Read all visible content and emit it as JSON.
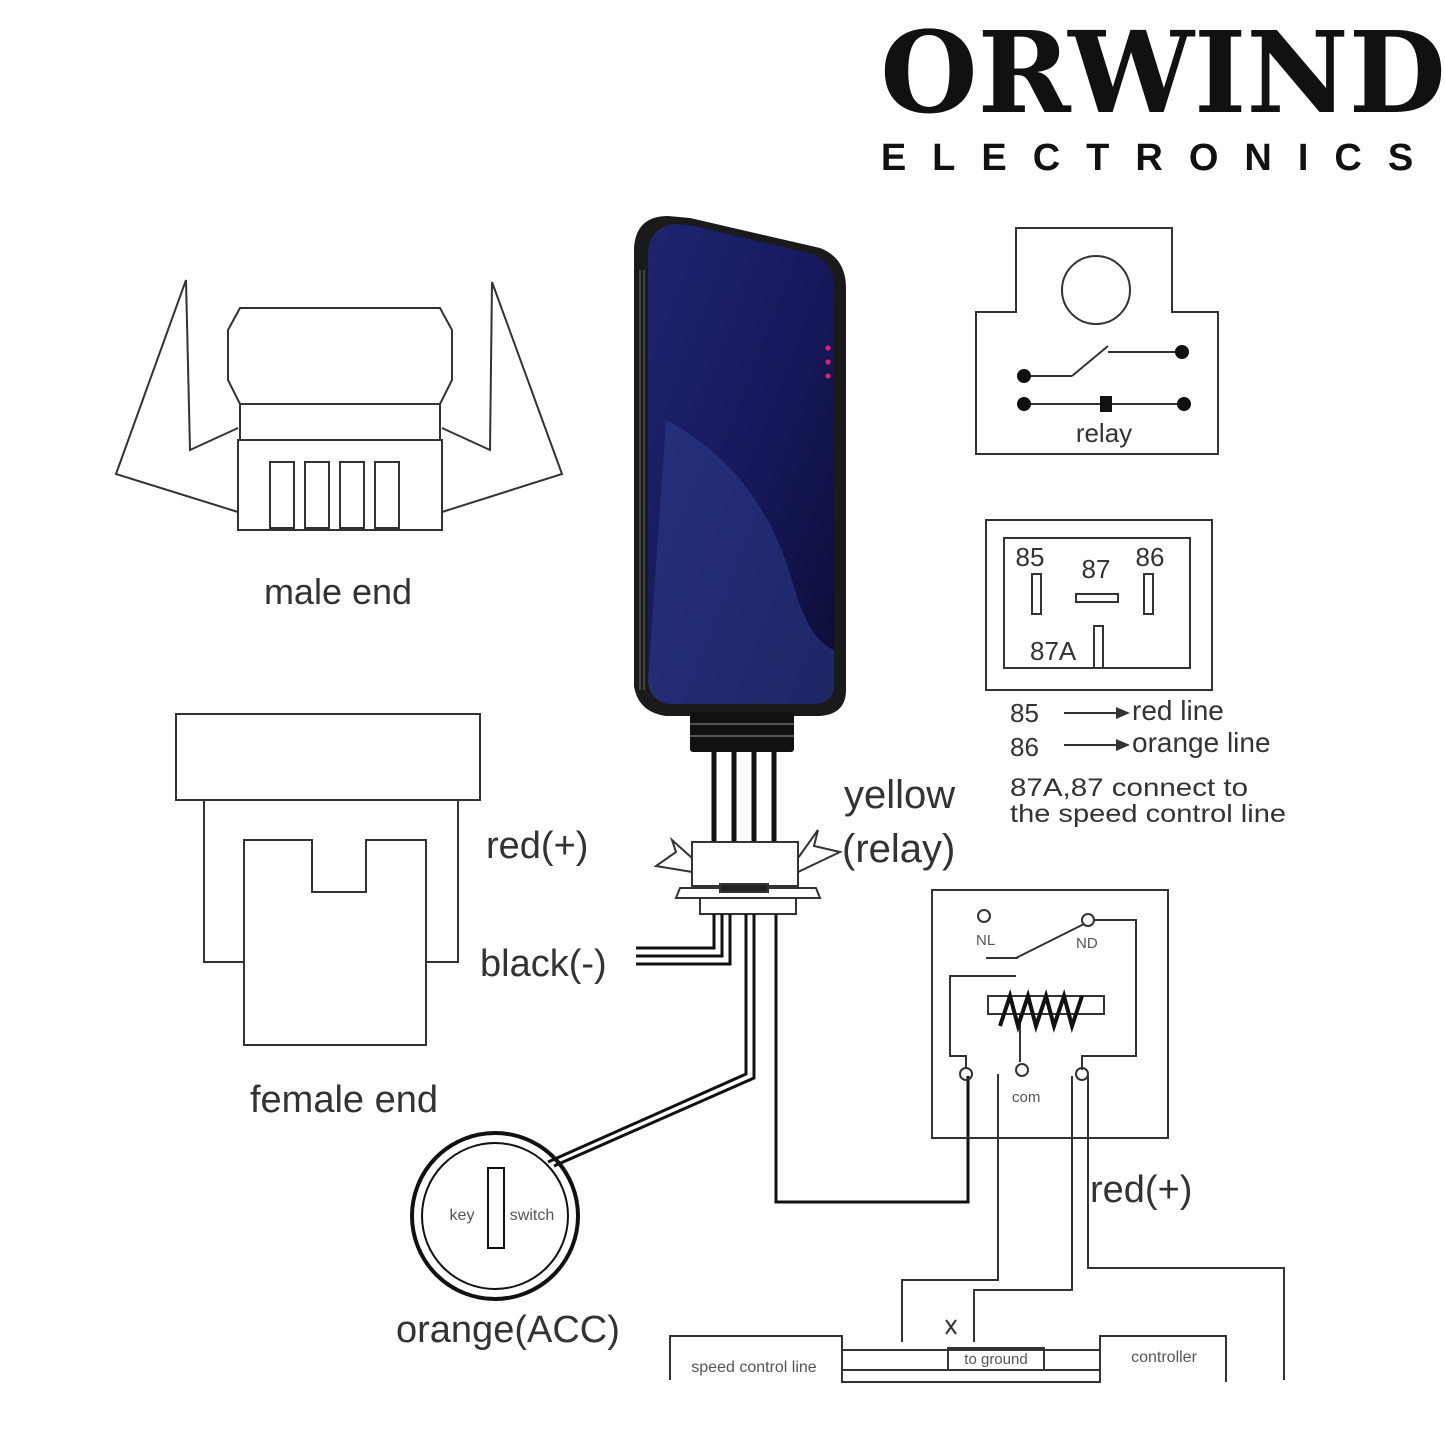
{
  "logo": {
    "name": "ORWIND",
    "tagline": "ELECTRONICS"
  },
  "connectors": {
    "male_label": "male end",
    "female_label": "female end"
  },
  "wires": {
    "red": "red(+)",
    "black": "black(-)",
    "yellow_line1": "yellow",
    "yellow_line2": "(relay)",
    "orange": "orange(ACC)",
    "red_right": "red(+)"
  },
  "key_switch": {
    "left": "key",
    "right": "switch"
  },
  "relay_symbol": {
    "label": "relay"
  },
  "relay_pins": {
    "p85": "85",
    "p87": "87",
    "p86": "86",
    "p87a": "87A",
    "map": [
      {
        "pin": "85",
        "target": "red line"
      },
      {
        "pin": "86",
        "target": "orange line"
      }
    ],
    "note1": "87A,87 connect to",
    "note2": "the speed control line"
  },
  "relay_box": {
    "nl": "NL",
    "nd": "ND",
    "com": "com"
  },
  "bottom": {
    "speed": "speed control line",
    "ground": "to ground",
    "controller": "controller"
  },
  "colors": {
    "device": "#16185a",
    "led": "#e0206a",
    "line": "#222222"
  }
}
